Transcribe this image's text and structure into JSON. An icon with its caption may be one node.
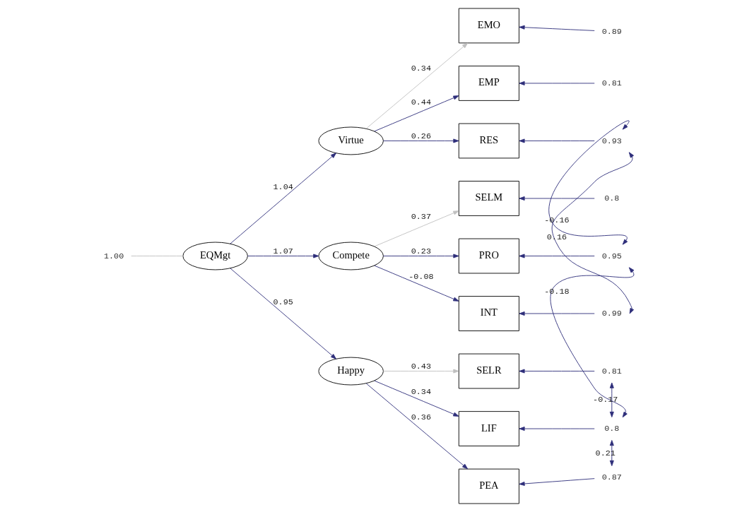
{
  "diagram": {
    "nodes": [
      {
        "text": [
          "EQMgt"
        ]
      },
      {
        "text": [
          "Virtue"
        ]
      },
      {
        "text": [
          "Compete"
        ]
      },
      {
        "text": [
          "Happy"
        ]
      },
      {
        "text": [
          "EMO"
        ]
      },
      {
        "text": [
          "EMP"
        ]
      },
      {
        "text": [
          "RES"
        ]
      },
      {
        "text": [
          "SELM"
        ]
      },
      {
        "text": [
          "PRO"
        ]
      },
      {
        "text": [
          "INT"
        ]
      },
      {
        "text": [
          "SELR"
        ]
      },
      {
        "text": [
          "LIF"
        ]
      },
      {
        "text": [
          "PEA"
        ]
      },
      {
        "text": [
          "1.00"
        ]
      },
      {
        "text": [
          "0.89"
        ]
      },
      {
        "text": [
          "0.81"
        ]
      },
      {
        "text": [
          "0.93"
        ]
      },
      {
        "text": [
          "0.8"
        ]
      },
      {
        "text": [
          "0.95"
        ]
      },
      {
        "text": [
          "0.99"
        ]
      },
      {
        "text": [
          "0.81"
        ]
      },
      {
        "text": [
          "0.8"
        ]
      },
      {
        "text": [
          "0.87"
        ]
      }
    ],
    "edges": [
      {
        "from": 13,
        "to": 0,
        "arrow": "none",
        "color": "#c0c0c0"
      },
      {
        "from": 0,
        "to": 1,
        "arrow": "to",
        "label": "1.04"
      },
      {
        "from": 0,
        "to": 2,
        "arrow": "to",
        "label": "1.07"
      },
      {
        "from": 0,
        "to": 3,
        "arrow": "to",
        "label": "0.95"
      },
      {
        "from": 1,
        "to": 4,
        "arrow": "to",
        "label": "0.34",
        "color": "#c0c0c0"
      },
      {
        "from": 1,
        "to": 5,
        "arrow": "to",
        "label": "0.44"
      },
      {
        "from": 1,
        "to": 6,
        "arrow": "to",
        "label": "0.26"
      },
      {
        "from": 2,
        "to": 7,
        "arrow": "to",
        "label": "0.37",
        "color": "#c0c0c0"
      },
      {
        "from": 2,
        "to": 8,
        "arrow": "to",
        "label": "0.23"
      },
      {
        "from": 2,
        "to": 9,
        "arrow": "to",
        "label": "-0.08"
      },
      {
        "from": 3,
        "to": 10,
        "arrow": "to",
        "label": "0.43",
        "color": "#c0c0c0"
      },
      {
        "from": 3,
        "to": 11,
        "arrow": "to",
        "label": "0.34"
      },
      {
        "from": 3,
        "to": 12,
        "arrow": "to",
        "label": "0.36"
      },
      {
        "from": 14,
        "to": 4,
        "arrow": "to"
      },
      {
        "from": 15,
        "to": 5,
        "arrow": "to"
      },
      {
        "from": 16,
        "to": 6,
        "arrow": "to"
      },
      {
        "from": 17,
        "to": 7,
        "arrow": "to"
      },
      {
        "from": 18,
        "to": 8,
        "arrow": "to"
      },
      {
        "from": 19,
        "to": 9,
        "arrow": "to"
      },
      {
        "from": 20,
        "to": 10,
        "arrow": "to"
      },
      {
        "from": 21,
        "to": 11,
        "arrow": "to"
      },
      {
        "from": 22,
        "to": 12,
        "arrow": "to"
      },
      {
        "from": 16,
        "to": 18,
        "arrow": "both",
        "label": "-0.16"
      },
      {
        "from": 16,
        "to": 19,
        "arrow": "both",
        "label": "0.16"
      },
      {
        "from": 18,
        "to": 21,
        "arrow": "both",
        "label": "-0.18"
      },
      {
        "from": 20,
        "to": 21,
        "arrow": "both",
        "label": "-0.17"
      },
      {
        "from": 21,
        "to": 22,
        "arrow": "both",
        "label": "0.21"
      }
    ]
  }
}
